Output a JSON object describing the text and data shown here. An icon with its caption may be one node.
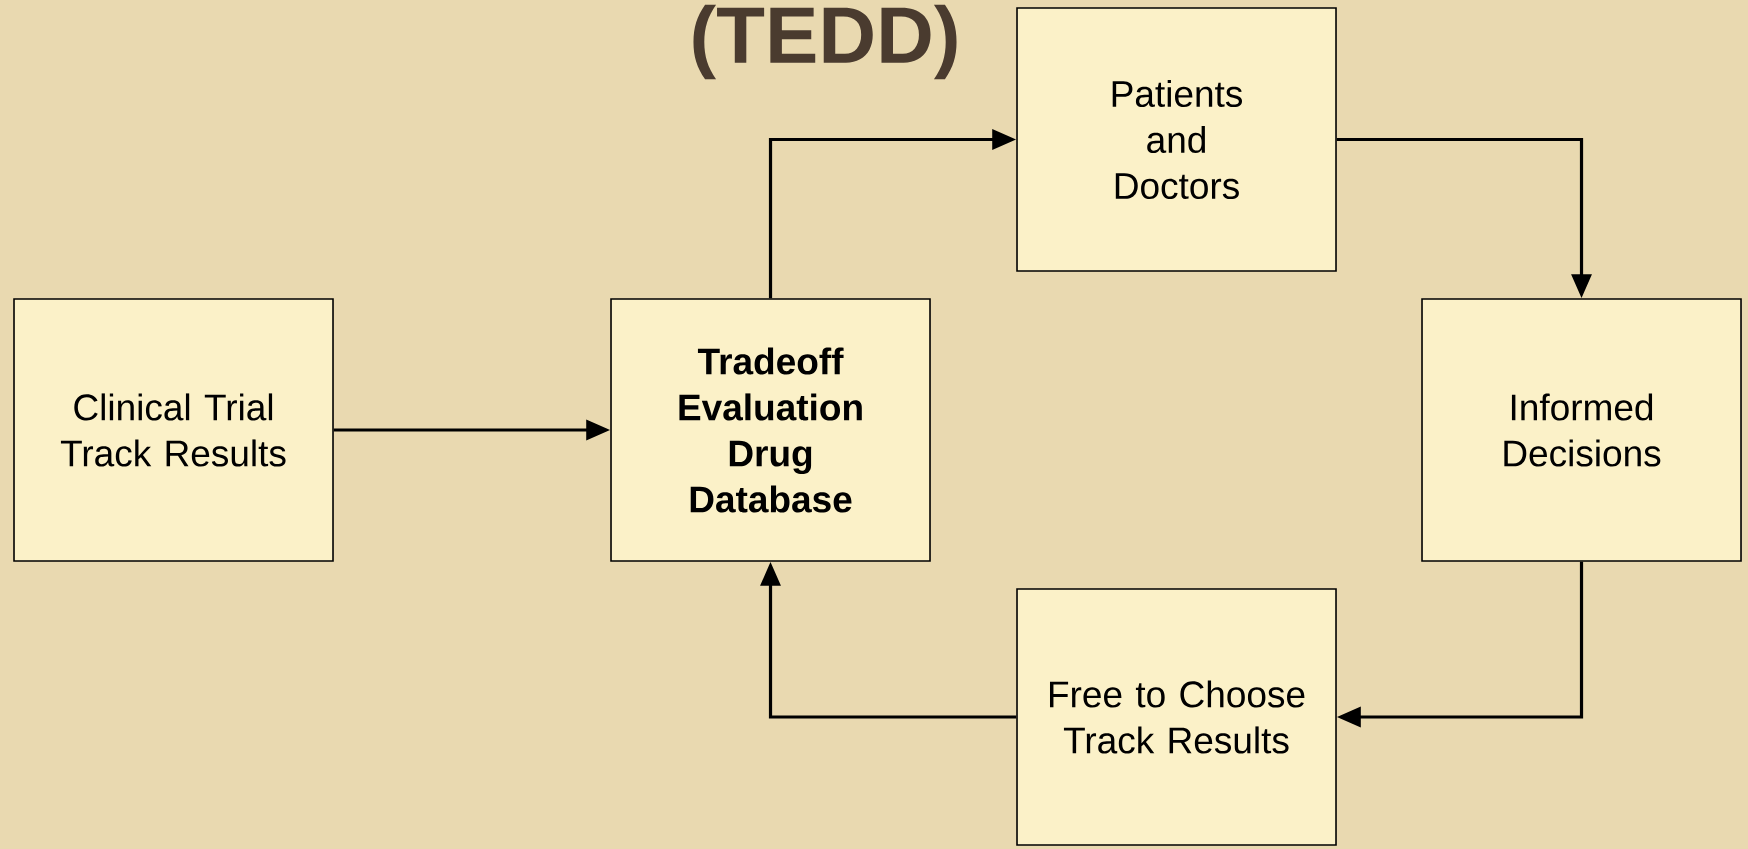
{
  "diagram": {
    "title": "(TEDD)",
    "nodes": [
      {
        "text": [
          "Clinical Trial Track Results"
        ]
      },
      {
        "text": [
          "Tradeoff Evaluation Drug Database"
        ]
      },
      {
        "text": [
          "Patients and Doctors"
        ]
      },
      {
        "text": [
          "Informed Decisions"
        ]
      },
      {
        "text": [
          "Free to Choose Track Results"
        ]
      }
    ],
    "edges": [
      {
        "from": 0,
        "to": 1,
        "arrow": "to"
      },
      {
        "from": 1,
        "to": 2,
        "arrow": "to"
      },
      {
        "from": 2,
        "to": 3,
        "arrow": "to"
      },
      {
        "from": 3,
        "to": 4,
        "arrow": "to"
      },
      {
        "from": 4,
        "to": 1,
        "arrow": "to"
      }
    ]
  }
}
